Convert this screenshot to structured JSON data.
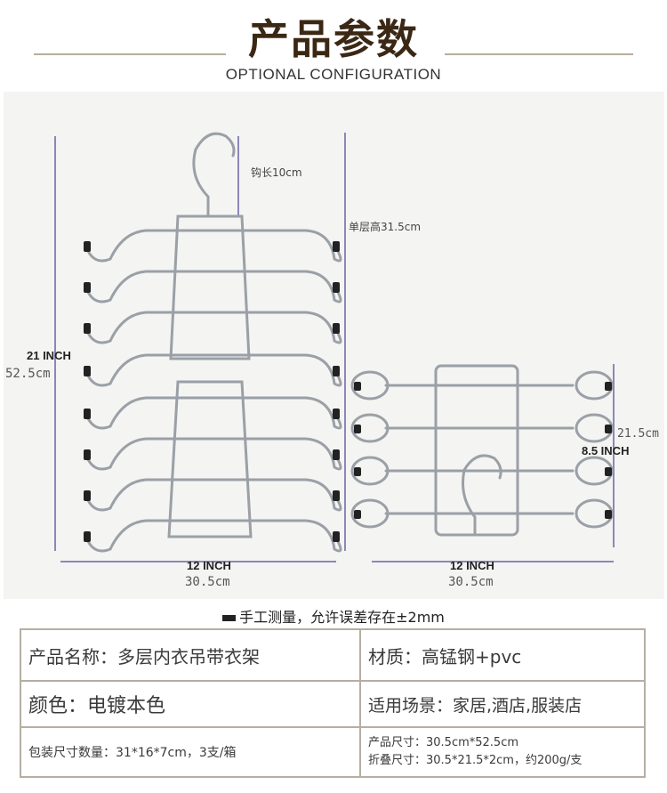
{
  "header": {
    "title": "产品参数",
    "subtitle": "OPTIONAL CONFIGURATION"
  },
  "diagram": {
    "hook_length": "钩长10cm",
    "layer_height": "单层高31.5cm",
    "height_inch": "21 INCH",
    "height_cm": "52.5cm",
    "width_inch_left": "12 INCH",
    "width_cm_left": "30.5cm",
    "width_inch_right": "12 INCH",
    "width_cm_right": "30.5cm",
    "folded_height_cm": "21.5cm",
    "folded_height_inch": "8.5 INCH"
  },
  "note": "手工测量，允许误差存在±2mm",
  "spec_table": {
    "product_name": "产品名称：多层内衣吊带衣架",
    "material": "材质：高锰钢+pvc",
    "color": "颜色：电镀本色",
    "scene": "适用场景：家居,酒店,服装店",
    "packing": "包装尺寸数量：31*16*7cm，3支/箱",
    "product_size": "产品尺寸：30.5cm*52.5cm",
    "folded_size": "折叠尺寸：30.5*21.5*2cm，约200g/支"
  },
  "colors": {
    "title": "#3b2814",
    "rule": "#b9ad9c",
    "table_border": "#b6aea3",
    "dimension_line": "#8e86b8",
    "wire": "#9aa0a6"
  }
}
